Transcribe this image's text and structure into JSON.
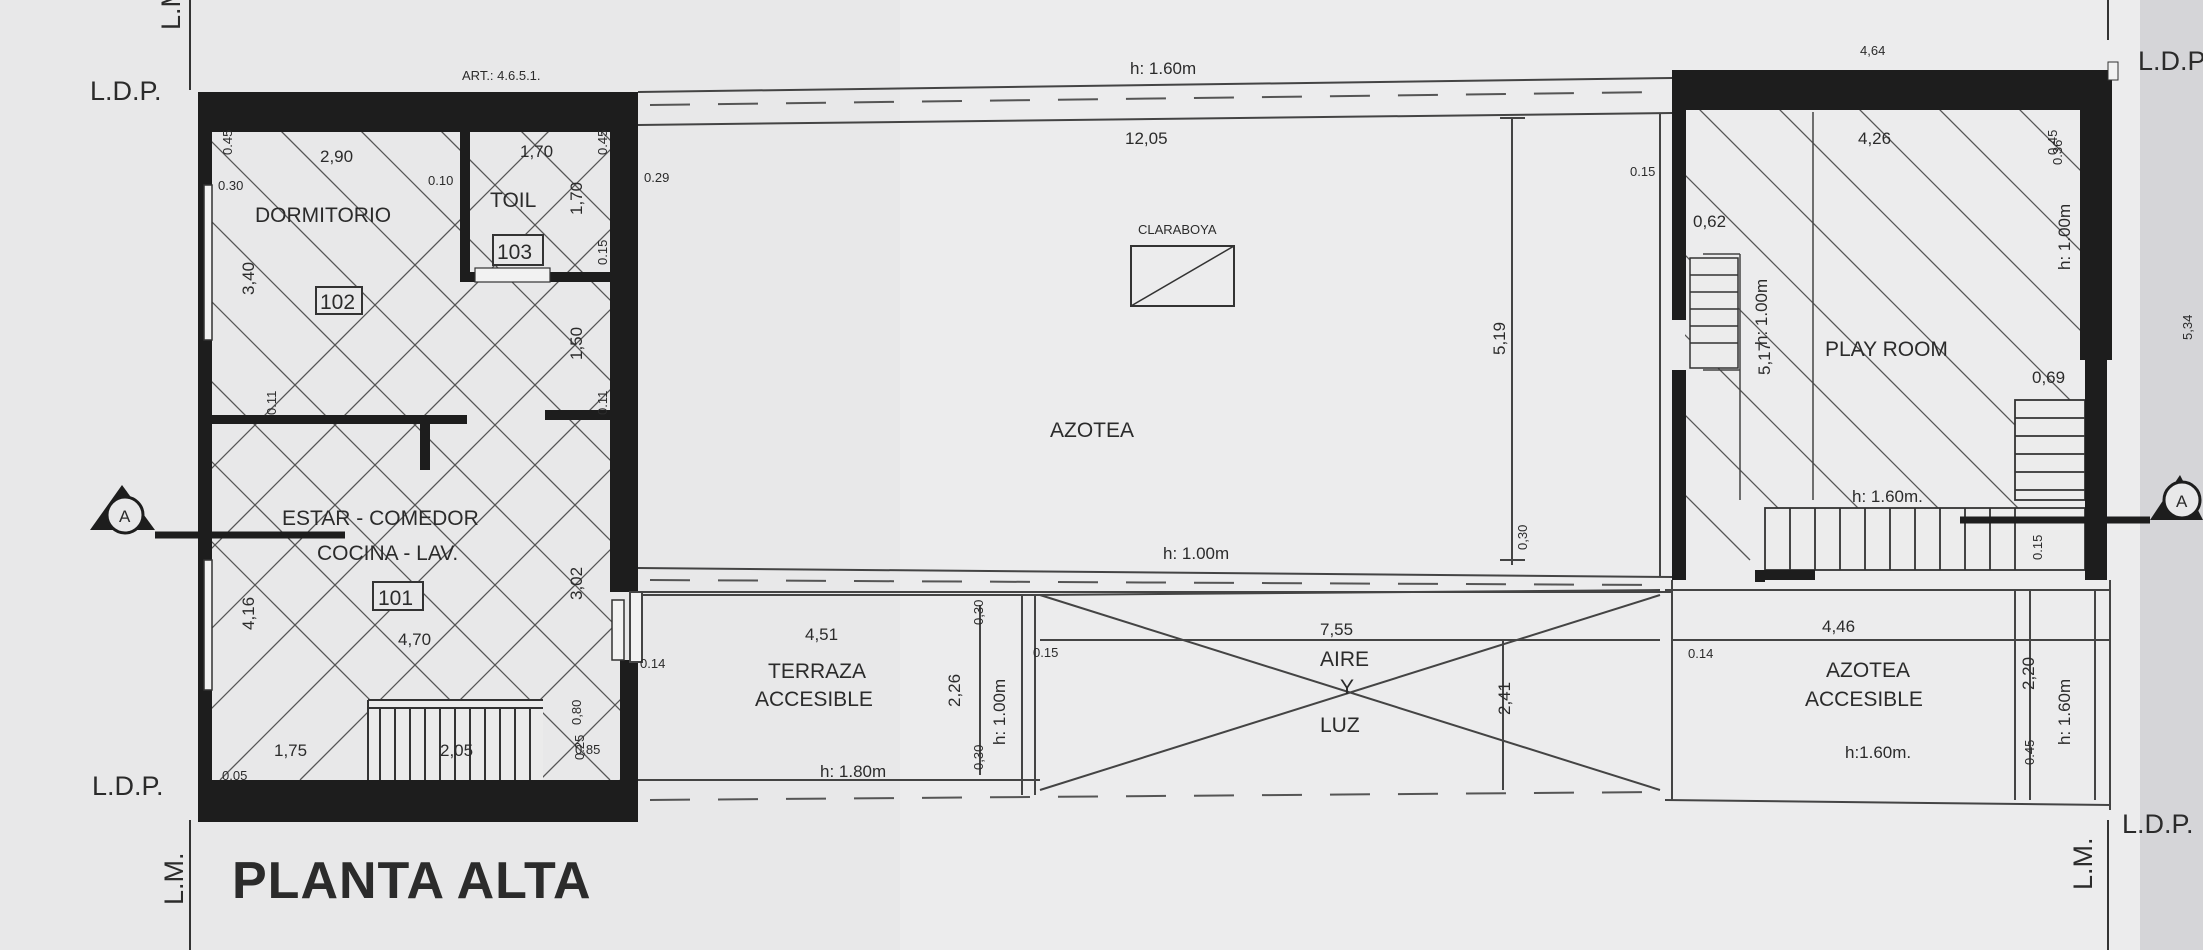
{
  "title": "PLANTA ALTA",
  "article": "ART.: 4.6.5.1.",
  "border_labels": {
    "ldp": "L.D.P.",
    "lm": "L.M."
  },
  "rooms": {
    "dormitorio": {
      "name": "DORMITORIO",
      "number": "102"
    },
    "toil": {
      "name": "TOIL",
      "number": "103"
    },
    "estar_line1": "ESTAR - COMEDOR",
    "estar_line2": "COCINA - LAV.",
    "estar_number": "101",
    "azotea": "AZOTEA",
    "claraboya": "CLARABOYA",
    "terraza_line1": "TERRAZA",
    "terraza_line2": "ACCESIBLE",
    "aire_line1": "AIRE",
    "aire_line2": "Y",
    "aire_line3": "LUZ",
    "playroom": "PLAY ROOM",
    "azotea_acc_line1": "AZOTEA",
    "azotea_acc_line2": "ACCESIBLE"
  },
  "heights": {
    "top": "h: 1.60m",
    "mid": "h: 1.00m",
    "terraza": "h: 1.80m",
    "playroom_stair": "h: 1.60m.",
    "azotea_acc": "h:1.60m.",
    "vert_terraza": "h: 1.00m",
    "vert_stair": "h: 1.00m",
    "vert_right_top": "h: 1.00m",
    "vert_right_bottom": "h: 1.60m"
  },
  "dims": {
    "d290": "2,90",
    "d170h": "1,70",
    "d170v": "1,70",
    "d340": "3,40",
    "d150": "1,50",
    "d302": "3,02",
    "d416": "4,16",
    "d470": "4,70",
    "d175": "1,75",
    "d205": "2,05",
    "d080": "0,80",
    "d085": "0,85",
    "d451": "4,51",
    "d226": "2,26",
    "d030a": "0,30",
    "d030b": "0,30",
    "d030c": "0,30",
    "d1205": "12,05",
    "d519": "5,19",
    "d755": "7,55",
    "d241": "2,41",
    "d464": "4,64",
    "d426": "4,26",
    "d062": "0,62",
    "d517": "5,17",
    "d069": "0,69",
    "d446": "4,46",
    "d220": "2,20",
    "d534": "5,34",
    "s045a": "0.45",
    "s045b": "0.45",
    "s045c": "0.45",
    "s045d": "0.45",
    "s010": "0.10",
    "s030": "0.30",
    "s015a": "0.15",
    "s015b": "0.15",
    "s015c": "0.15",
    "s015d": "0.15",
    "s011a": "0.11",
    "s011b": "0.11",
    "s005": "0.05",
    "s029": "0.29",
    "s014a": "0.14",
    "s014b": "0.14",
    "s036": "0.36",
    "s025": "0.25"
  },
  "section_marker": "A"
}
